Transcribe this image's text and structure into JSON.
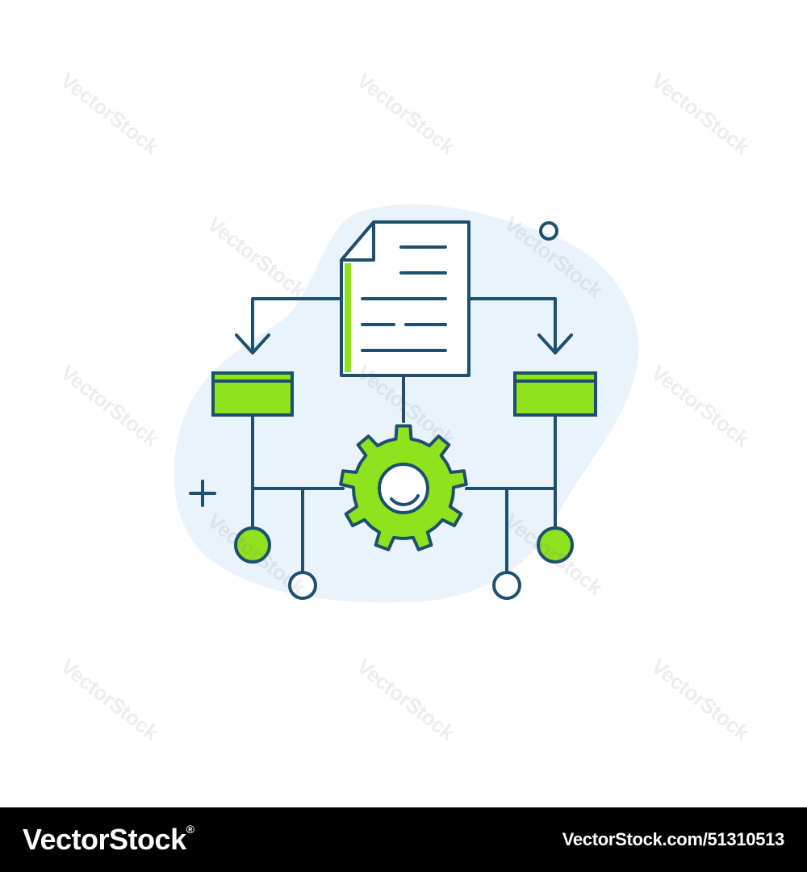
{
  "watermark": {
    "text": "VectorStock"
  },
  "footer": {
    "brand": "VectorStock",
    "registered_mark": "®",
    "url": "VectorStock.com/51310513"
  },
  "illustration": {
    "icons": [
      "document-icon",
      "gear-icon",
      "folder-icon",
      "arrow-down-icon",
      "circle-node-icon",
      "plus-icon"
    ],
    "colors": {
      "stroke": "#1d4f6e",
      "accent": "#8ee31c",
      "blob": "#eaf3fb",
      "background": "#ffffff"
    }
  }
}
